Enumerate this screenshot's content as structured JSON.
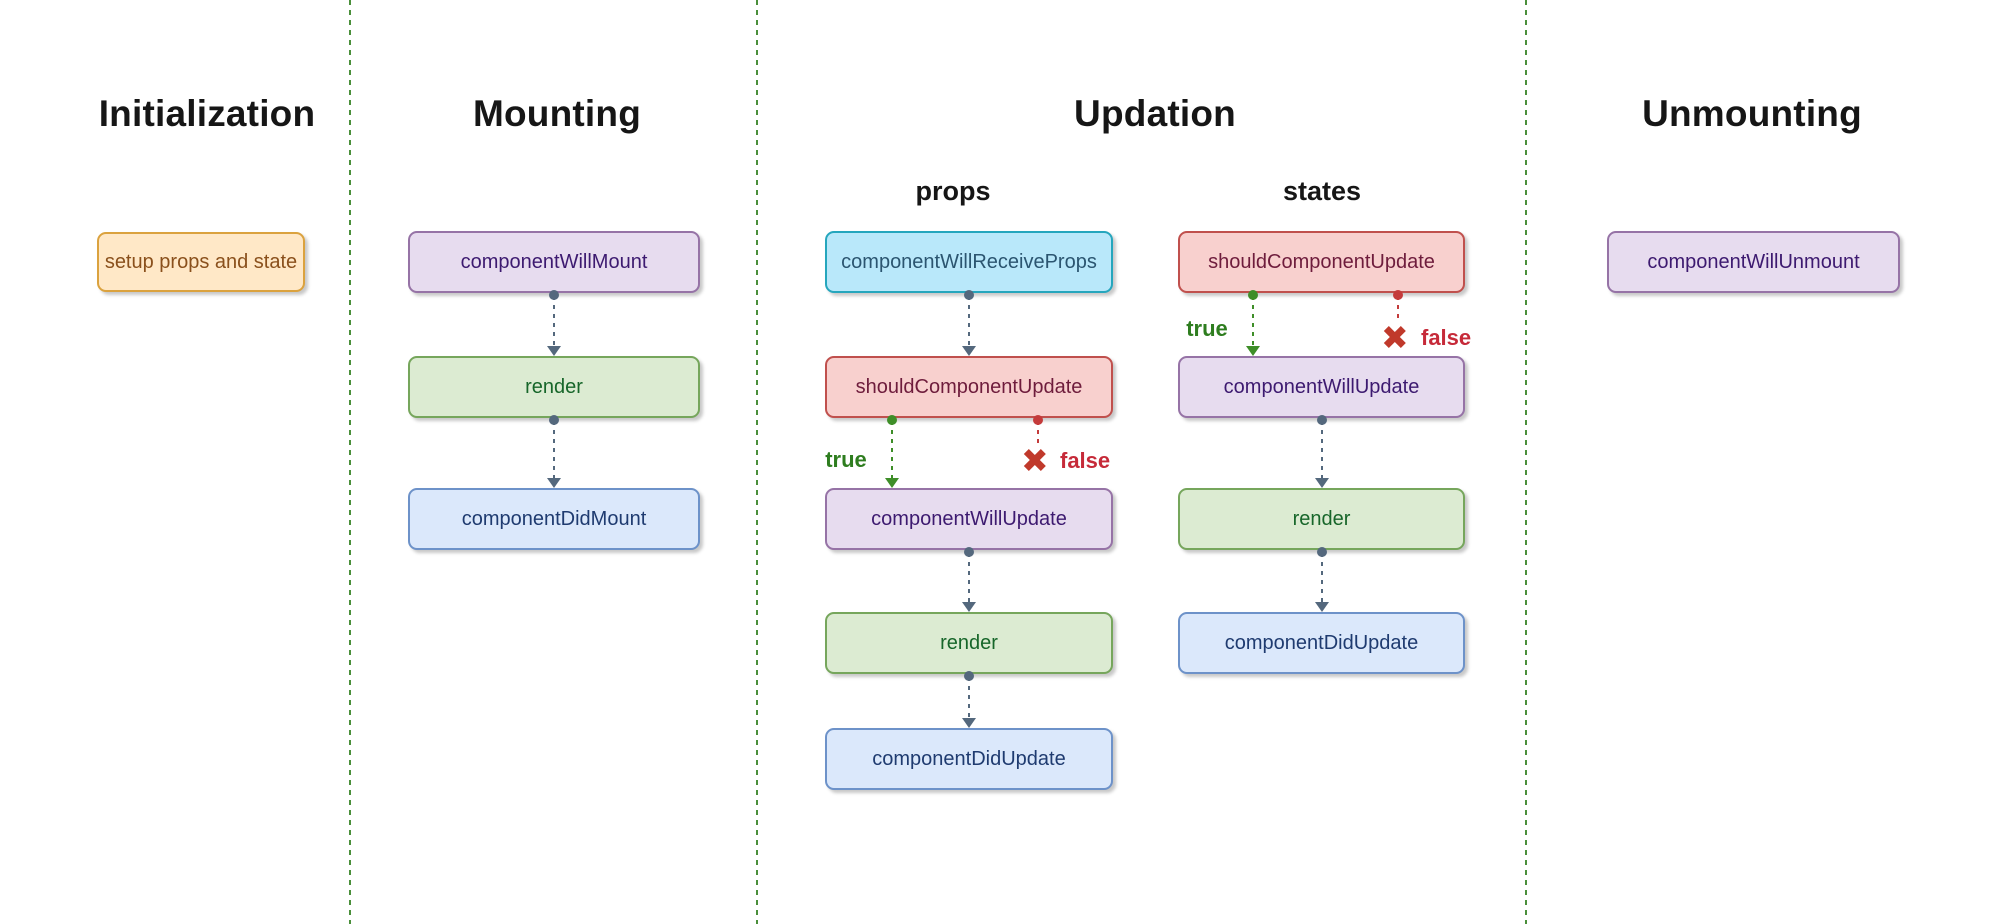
{
  "columns": [
    {
      "title": "Initialization",
      "nodes": [
        {
          "label": "setup props and state",
          "type": "orange"
        }
      ]
    },
    {
      "title": "Mounting",
      "nodes": [
        {
          "label": "componentWillMount",
          "type": "purple"
        },
        {
          "label": "render",
          "type": "green"
        },
        {
          "label": "componentDidMount",
          "type": "blue"
        }
      ]
    },
    {
      "title": "Updation",
      "subcolumns": [
        {
          "title": "props",
          "nodes": [
            {
              "label": "componentWillReceiveProps",
              "type": "cyan"
            },
            {
              "label": "shouldComponentUpdate",
              "type": "red"
            },
            {
              "label": "componentWillUpdate",
              "type": "purple"
            },
            {
              "label": "render",
              "type": "green"
            },
            {
              "label": "componentDidUpdate",
              "type": "blue"
            }
          ]
        },
        {
          "title": "states",
          "nodes": [
            {
              "label": "shouldComponentUpdate",
              "type": "red"
            },
            {
              "label": "componentWillUpdate",
              "type": "purple"
            },
            {
              "label": "render",
              "type": "green"
            },
            {
              "label": "componentDidUpdate",
              "type": "blue"
            }
          ]
        }
      ]
    },
    {
      "title": "Unmounting",
      "nodes": [
        {
          "label": "componentWillUnmount",
          "type": "purple"
        }
      ]
    }
  ],
  "labels": {
    "true_value": "true",
    "false_value": "false",
    "x_mark": "✖"
  },
  "colors": {
    "divider_green": "#4a8f3a",
    "arrow_slate": "#54687d",
    "branch_true_green": "#3e8e28",
    "branch_false_red": "#c43b3b",
    "x_mark_red": "#c0392b",
    "node_orange_fill": "#ffe8c7",
    "node_orange_border": "#dba23e",
    "node_orange_text": "#8a501c",
    "node_purple_fill": "#e7dcef",
    "node_purple_border": "#9673a6",
    "node_purple_text": "#3d1a70",
    "node_green_fill": "#dcebd2",
    "node_green_border": "#76a65c",
    "node_green_text": "#17662a",
    "node_blue_fill": "#dbe8fb",
    "node_blue_border": "#6d92c9",
    "node_blue_text": "#1f3b70",
    "node_cyan_fill": "#b9e8fa",
    "node_cyan_border": "#25a6bd",
    "node_cyan_text": "#2b5570",
    "node_red_fill": "#f8d0ce",
    "node_red_border": "#c0504d",
    "node_red_text": "#6e1c3c"
  }
}
